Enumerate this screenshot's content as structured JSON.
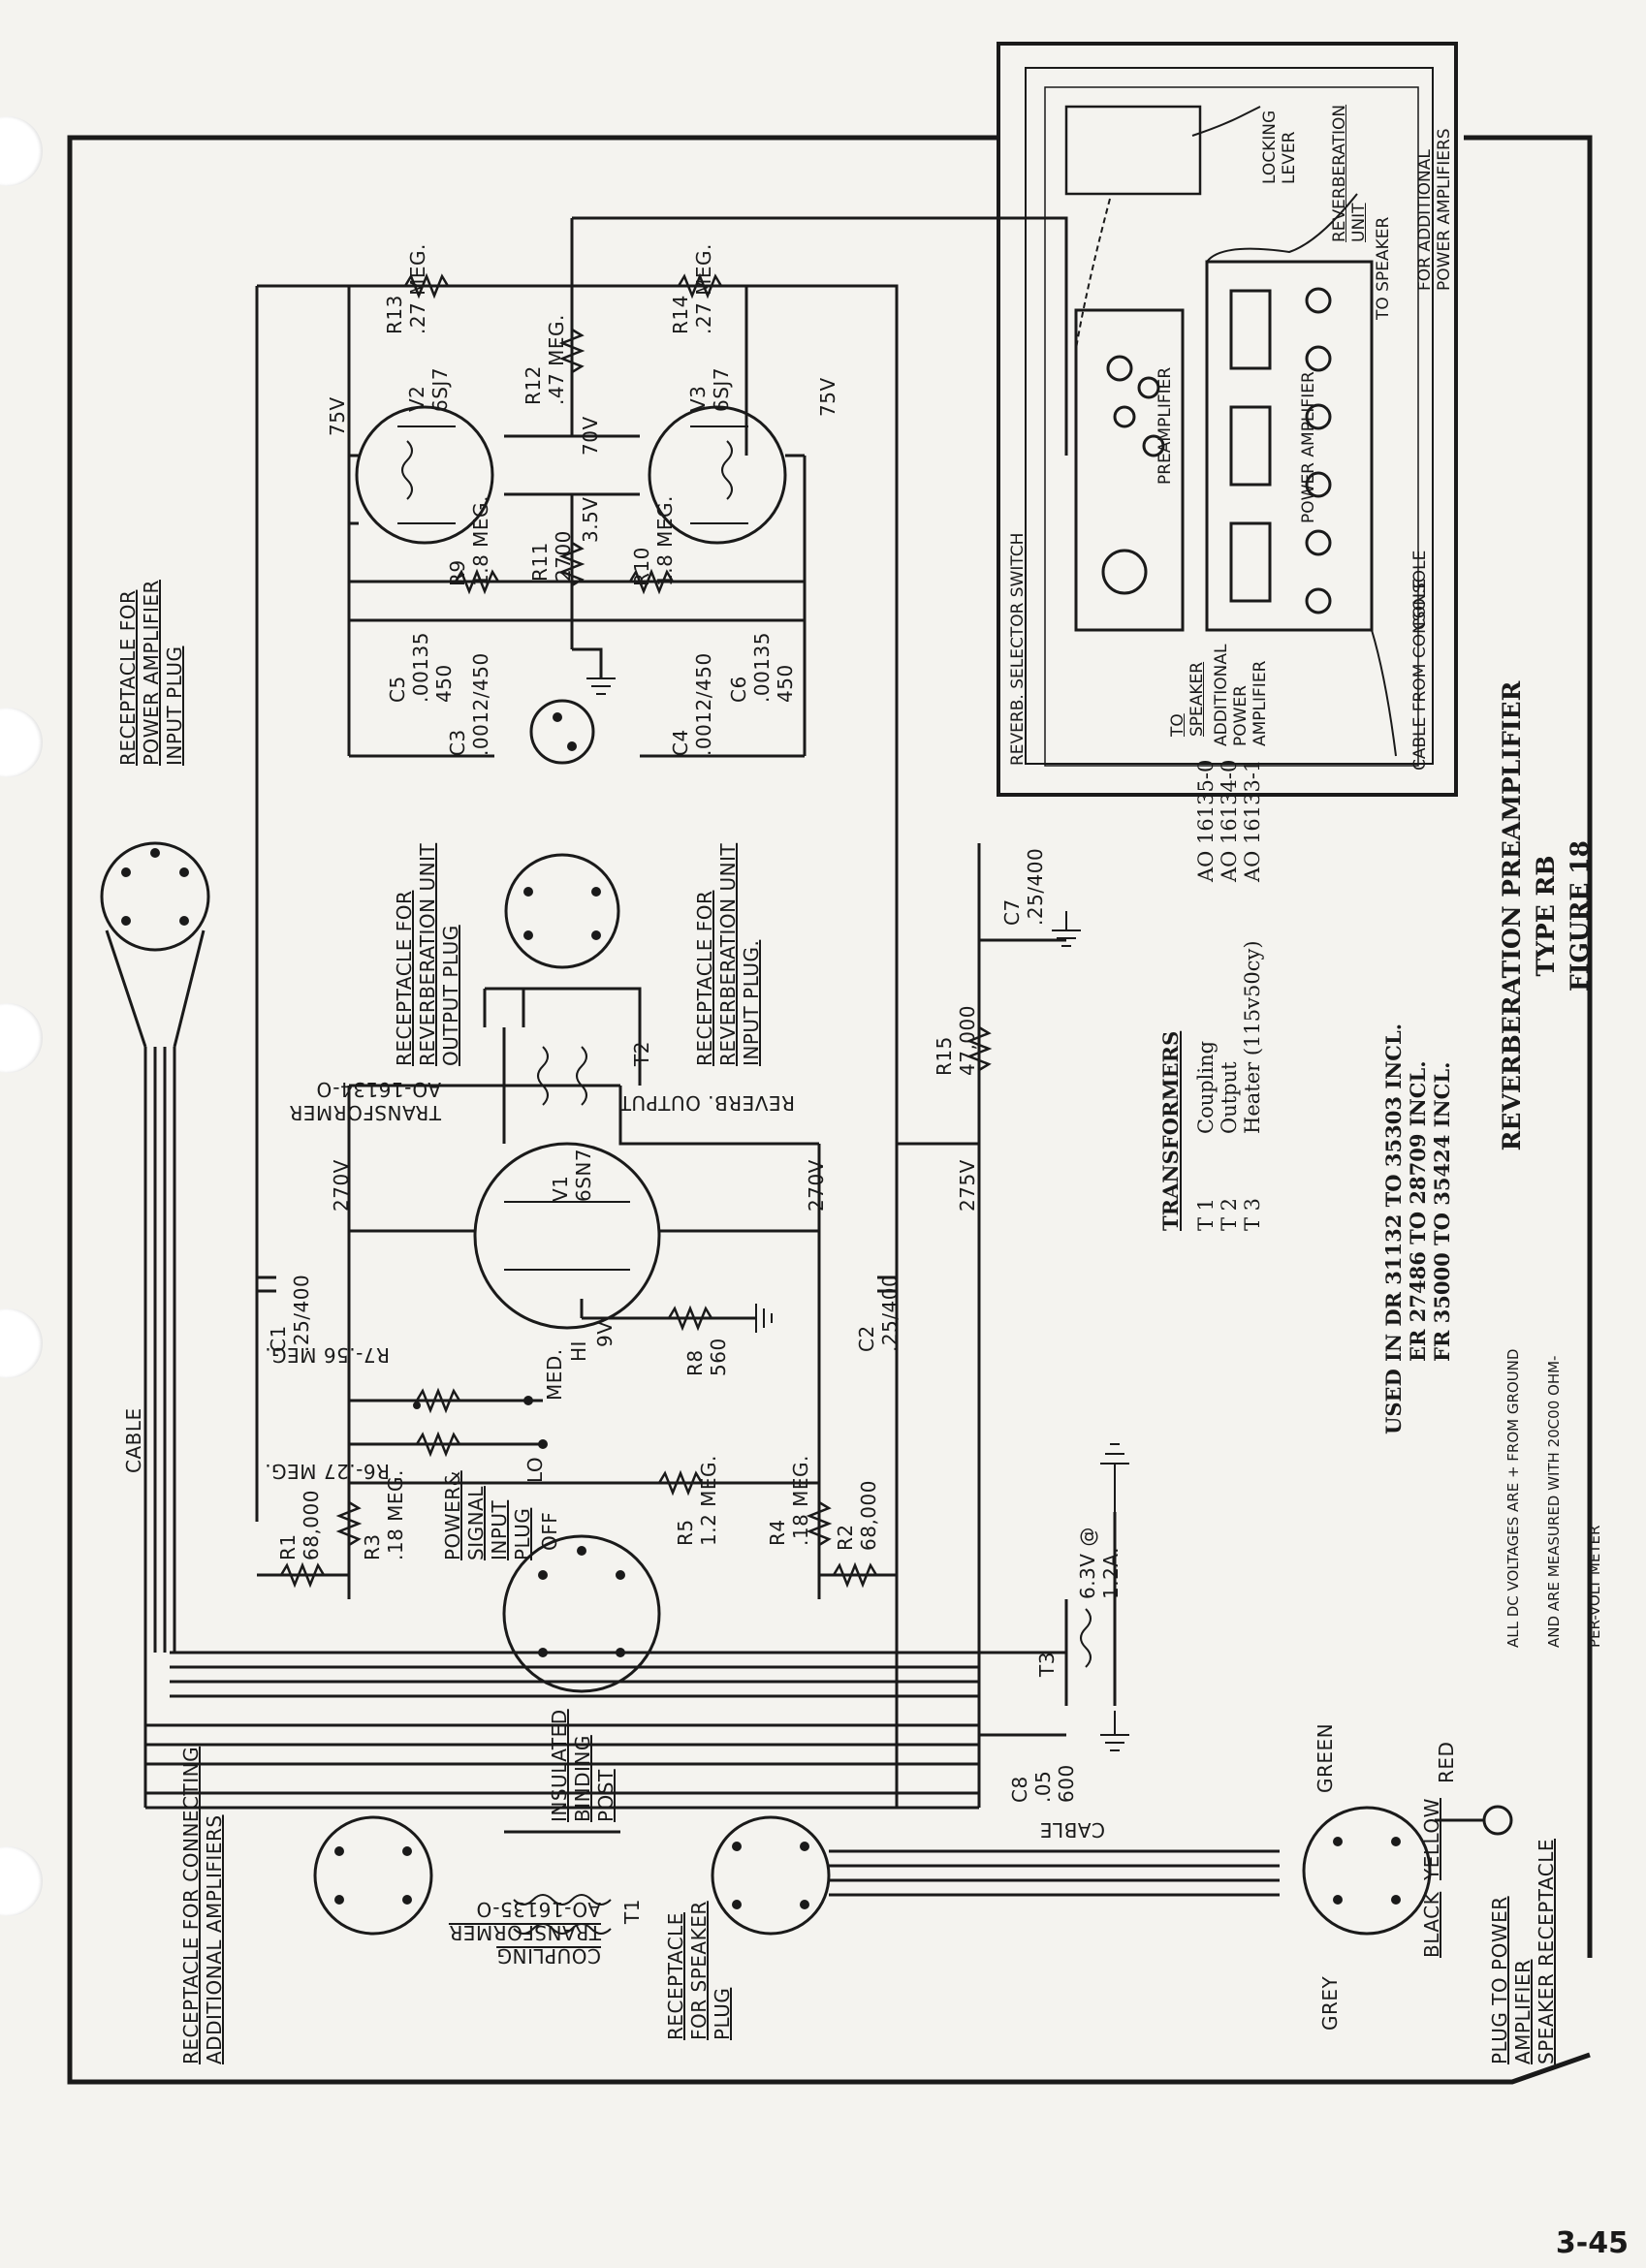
{
  "page_number": "3-45",
  "figure": {
    "title": "REVERBERATION PREAMPLIFIER",
    "type": "TYPE RB",
    "number": "FIGURE 18"
  },
  "transformers": {
    "heading": "TRANSFORMERS",
    "rows": [
      {
        "id": "T 1",
        "name": "Coupling",
        "part": "AO 16135-0"
      },
      {
        "id": "T 2",
        "name": "Output",
        "part": "AO 16134-0"
      },
      {
        "id": "T 3",
        "name": "Heater (115v50cy)",
        "part": "AO 16133-1"
      }
    ]
  },
  "usage": [
    "USED IN DR 31132 TO 35303 INCL.",
    "ER 27486 TO 28709 INCL.",
    "FR 35000 TO 35424 INCL."
  ],
  "voltage_note": [
    "ALL DC VOLTAGES ARE + FROM GROUND",
    "AND ARE MEASURED WITH 20C00 OHM-",
    "PER-VOLT METER"
  ],
  "receptacles": {
    "power_amp_input": [
      "RECEPTACLE FOR",
      "POWER AMPLIFIER",
      "INPUT PLUG"
    ],
    "reverb_output": [
      "RECEPTACLE FOR",
      "REVERBERATION UNIT",
      "OUTPUT PLUG"
    ],
    "reverb_input": [
      "RECEPTACLE FOR",
      "REVERBERATION UNIT",
      "INPUT PLUG."
    ],
    "power_signal": [
      "POWER&",
      "SIGNAL",
      "INPUT",
      "PLUG"
    ],
    "additional_amps": [
      "RECEPTACLE FOR CONNECTING",
      "ADDITIONAL AMPLIFIERS"
    ],
    "speaker_plug": [
      "RECEPTACLE",
      "FOR SPEAKER",
      "PLUG"
    ],
    "plug_to_power": [
      "PLUG TO POWER",
      "AMPLIFIER",
      "SPEAKER RECEPTACLE"
    ],
    "binding_post": [
      "INSULATED",
      "BINDING",
      "POST"
    ],
    "coupling_tx": [
      "COUPLING",
      "TRANSFORMER",
      "AO-16135-O"
    ]
  },
  "components": {
    "v1": [
      "V1",
      "6SN7"
    ],
    "v2": [
      "V2",
      "6SJ7"
    ],
    "v3": [
      "V3",
      "6SJ7"
    ],
    "r1": [
      "R1",
      "68,000"
    ],
    "r2": [
      "R2",
      "68,000"
    ],
    "r3": [
      "R3",
      ".18 MEG."
    ],
    "r4": [
      "R4",
      ".18 MEG."
    ],
    "r5": [
      "R5",
      "1.2 MEG."
    ],
    "r6": "R6-.27 MEG.",
    "r7": "R7-.56 MEG.",
    "r8": [
      "R8",
      "560"
    ],
    "r9": [
      "R9",
      "1.8 MEG."
    ],
    "r10": [
      "R10",
      "1.8 MEG."
    ],
    "r11": [
      "R11",
      "2700"
    ],
    "r12": [
      "R12",
      ".47 MEG."
    ],
    "r13": [
      "R13",
      ".27 MEG."
    ],
    "r14": [
      "R14",
      ".27 MEG."
    ],
    "r15": [
      "R15",
      "47,000"
    ],
    "c1": [
      "C1",
      ".25/400"
    ],
    "c2": [
      "C2",
      ".25/400"
    ],
    "c3": [
      "C3",
      ".0012/450"
    ],
    "c4": [
      "C4",
      ".0012/450"
    ],
    "c5": [
      "C5",
      ".00135",
      "450"
    ],
    "c6": [
      "C6",
      ".00135",
      "450"
    ],
    "c7": [
      "C7",
      ".25/400"
    ],
    "c8": [
      "C8",
      ".05",
      "600"
    ],
    "t1": "T1",
    "t2": "T2",
    "t3": "T3",
    "t2_label": [
      "TRANSFORMER",
      "AO-16134-O"
    ],
    "reverb_output_label": "REVERB. OUTPUT",
    "heater_label": [
      "6.3V @",
      "1.2A."
    ]
  },
  "switch": {
    "off": "OFF",
    "lo": "LO",
    "med": "MED.",
    "hi": "HI"
  },
  "voltages": {
    "v75a": "75V",
    "v75b": "75V",
    "v70": "70V",
    "v35": "3.5V",
    "v270a": "270V",
    "v270b": "270V",
    "v275": "275V",
    "v9": "9V"
  },
  "wires": {
    "cable1": "CABLE",
    "cable2": "CABLE",
    "green": "GREEN",
    "red": "RED",
    "grey": "GREY",
    "black": "BLACK",
    "yellow": "YELLOW"
  },
  "inset": {
    "labels": {
      "locking_lever": [
        "LOCKING",
        "LEVER"
      ],
      "reverb_unit": [
        "REVERBERATION",
        "UNIT"
      ],
      "additional_pa": [
        "FOR ADDITIONAL",
        "POWER AMPLIFIERS"
      ],
      "to_speaker_1": "TO SPEAKER",
      "preamplifier": "PREAMPLIFIER",
      "power_amplifier": "POWER AMPLIFIER",
      "console": "CONSOLE",
      "selector": "REVERB. SELECTOR SWITCH",
      "to_speaker_2": [
        "TO",
        "SPEAKER"
      ],
      "additional_pa_2": [
        "ADDITIONAL",
        "POWER",
        "AMPLIFIER"
      ],
      "cable_from_console": "CABLE FROM CONSOLE"
    }
  }
}
